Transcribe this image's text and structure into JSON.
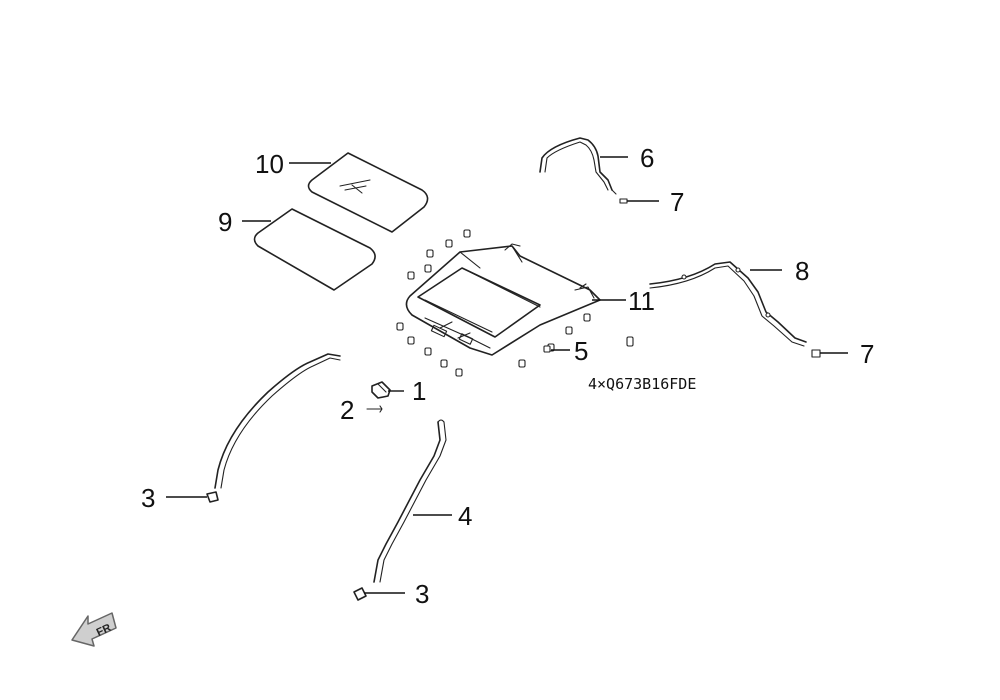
{
  "callouts": {
    "c1": "1",
    "c2": "2",
    "c3a": "3",
    "c3b": "3",
    "c4": "4",
    "c5": "5",
    "c6": "6",
    "c7a": "7",
    "c7b": "7",
    "c8": "8",
    "c9": "9",
    "c10": "10",
    "c11": "11"
  },
  "fastener_note": "4×Q673B16FDE",
  "direction_badge": "FR"
}
